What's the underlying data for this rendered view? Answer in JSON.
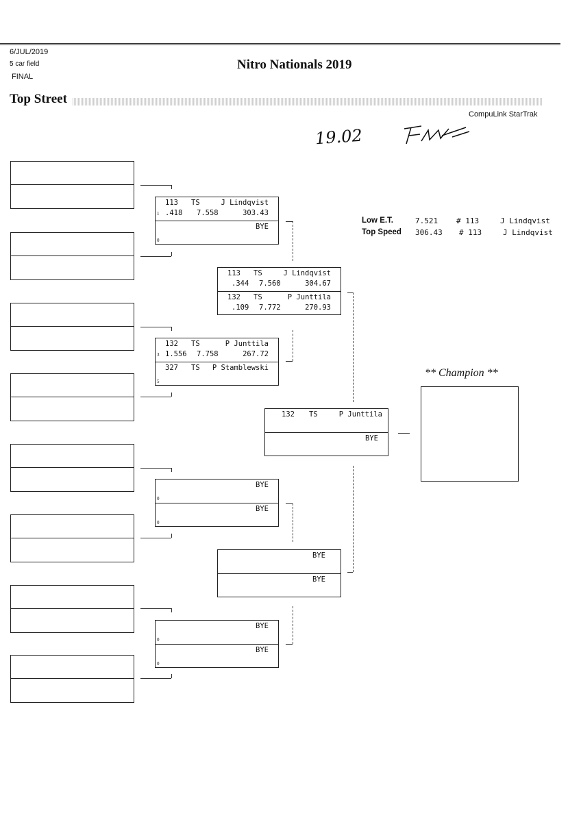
{
  "header": {
    "date": "6/JUL/2019",
    "field": "5 car field",
    "status": "FINAL",
    "title": "Nitro Nationals 2019",
    "class_name": "Top Street",
    "software": "CompuLink StarTrak",
    "handwritten_note": "19.02"
  },
  "stats": {
    "low_et": {
      "label": "Low  E.T.",
      "value": "7.521",
      "car": "# 113",
      "driver": "J Lindqvist"
    },
    "top_speed": {
      "label": "Top Speed",
      "value": "306.43",
      "car": "# 113",
      "driver": "J Lindqvist"
    }
  },
  "champion_label": "** Champion **",
  "round1": [
    {
      "a": {
        "car": "113",
        "cls": "TS",
        "driver": "J Lindqvist",
        "seed": "1",
        "rt": ".418",
        "et": "7.558",
        "mph": "303.43"
      },
      "b": {
        "car": "",
        "cls": "",
        "driver": "BYE",
        "seed": "0"
      }
    },
    {
      "a": {
        "car": "132",
        "cls": "TS",
        "driver": "P Junttila",
        "seed": "3",
        "rt": "1.556",
        "et": "7.758",
        "mph": "267.72"
      },
      "b": {
        "car": "327",
        "cls": "TS",
        "driver": "P Stamblewski",
        "seed": "5"
      }
    },
    {
      "a": {
        "car": "",
        "cls": "",
        "driver": "BYE",
        "seed": "0"
      },
      "b": {
        "car": "",
        "cls": "",
        "driver": "BYE",
        "seed": "0"
      }
    },
    {
      "a": {
        "car": "",
        "cls": "",
        "driver": "BYE",
        "seed": "0"
      },
      "b": {
        "car": "",
        "cls": "",
        "driver": "BYE",
        "seed": "0"
      }
    }
  ],
  "round2": [
    {
      "a": {
        "car": "113",
        "cls": "TS",
        "driver": "J Lindqvist",
        "rt": ".344",
        "et": "7.560",
        "mph": "304.67"
      },
      "b": {
        "car": "132",
        "cls": "TS",
        "driver": "P Junttila",
        "rt": ".109",
        "et": "7.772",
        "mph": "270.93"
      }
    },
    {
      "a": {
        "driver": "BYE"
      },
      "b": {
        "driver": "BYE"
      }
    }
  ],
  "final": {
    "a": {
      "car": "132",
      "cls": "TS",
      "driver": "P Junttila"
    },
    "b": {
      "driver": "BYE"
    }
  }
}
